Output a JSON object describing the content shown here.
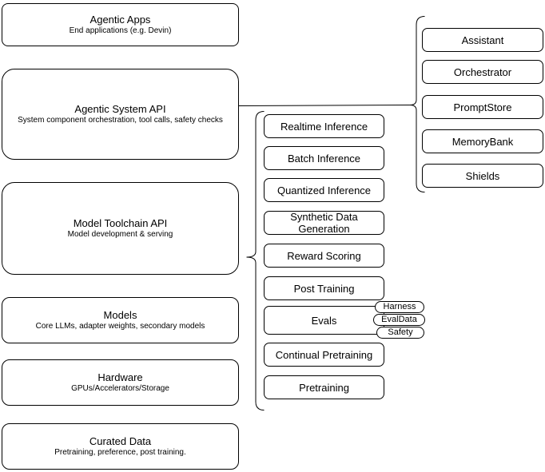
{
  "diagram": {
    "colors": {
      "background": "#ffffff",
      "node_fill": "#ffffff",
      "node_stroke": "#000000",
      "text": "#000000"
    },
    "left_stack": [
      {
        "title": "Agentic Apps",
        "subtitle": "End applications (e.g. Devin)"
      },
      {
        "title": "Agentic System API",
        "subtitle": "System component orchestration, tool calls, safety checks"
      },
      {
        "title": "Model Toolchain API",
        "subtitle": "Model development & serving"
      },
      {
        "title": "Models",
        "subtitle": "Core LLMs, adapter weights, secondary models"
      },
      {
        "title": "Hardware",
        "subtitle": "GPUs/Accelerators/Storage"
      },
      {
        "title": "Curated Data",
        "subtitle": "Pretraining, preference, post training."
      }
    ],
    "toolchain_items": [
      "Realtime Inference",
      "Batch Inference",
      "Quantized Inference",
      "Synthetic Data Generation",
      "Reward Scoring",
      "Post Training",
      "Evals",
      "Continual Pretraining",
      "Pretraining"
    ],
    "evals_tags": [
      "Harness",
      "EvalData",
      "Safety"
    ],
    "system_components": [
      "Assistant",
      "Orchestrator",
      "PromptStore",
      "MemoryBank",
      "Shields"
    ]
  }
}
